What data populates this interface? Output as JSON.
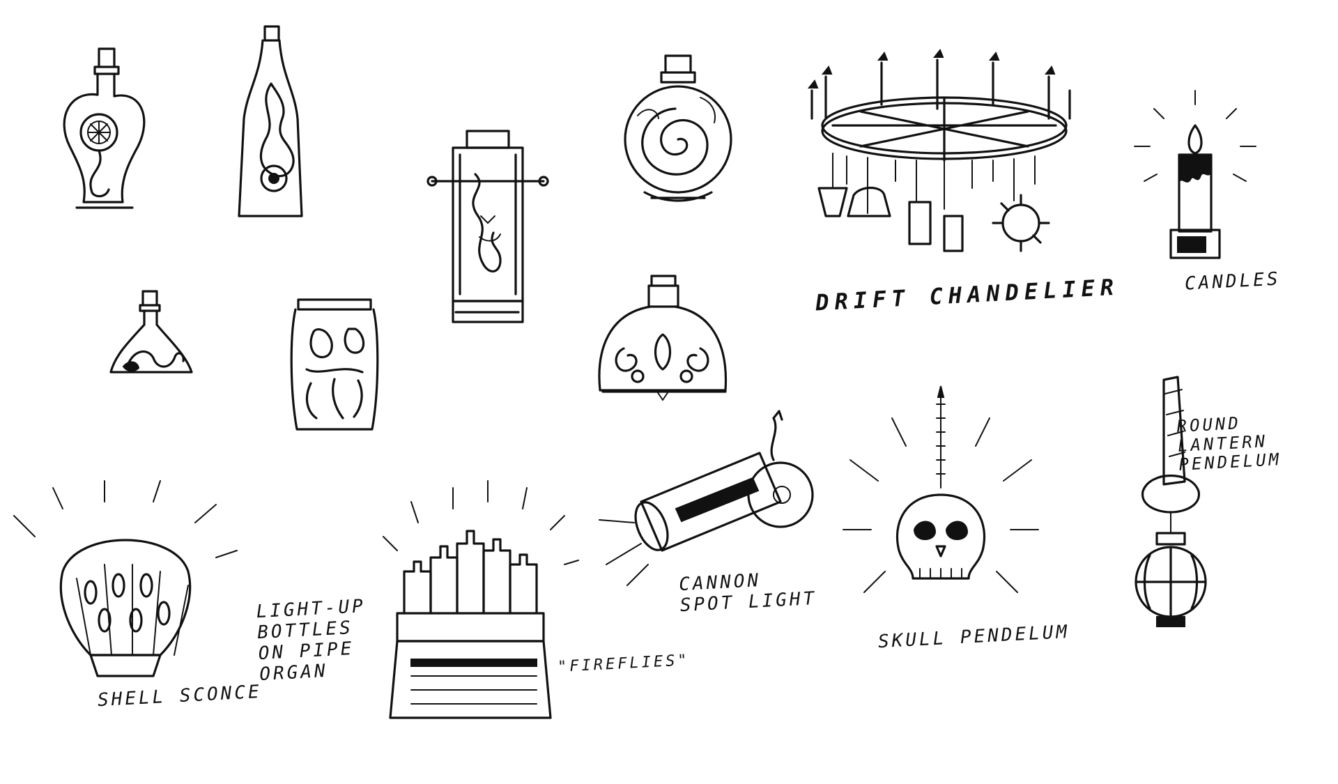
{
  "labels": {
    "drift_chandelier": "DRIFT CHANDELIER",
    "candles": "CANDLES",
    "round_lantern": "ROUND\nLANTERN\nPENDELUM",
    "shell_sconce": "SHELL SCONCE",
    "light_up_bottles": "LIGHT-UP\nBOTTLES\nON PIPE\nORGAN",
    "fireflies": "\"FIREFLIES\"",
    "cannon_spot": "CANNON\nSPOT LIGHT",
    "skull_pendelum": "SKULL PENDELUM"
  }
}
